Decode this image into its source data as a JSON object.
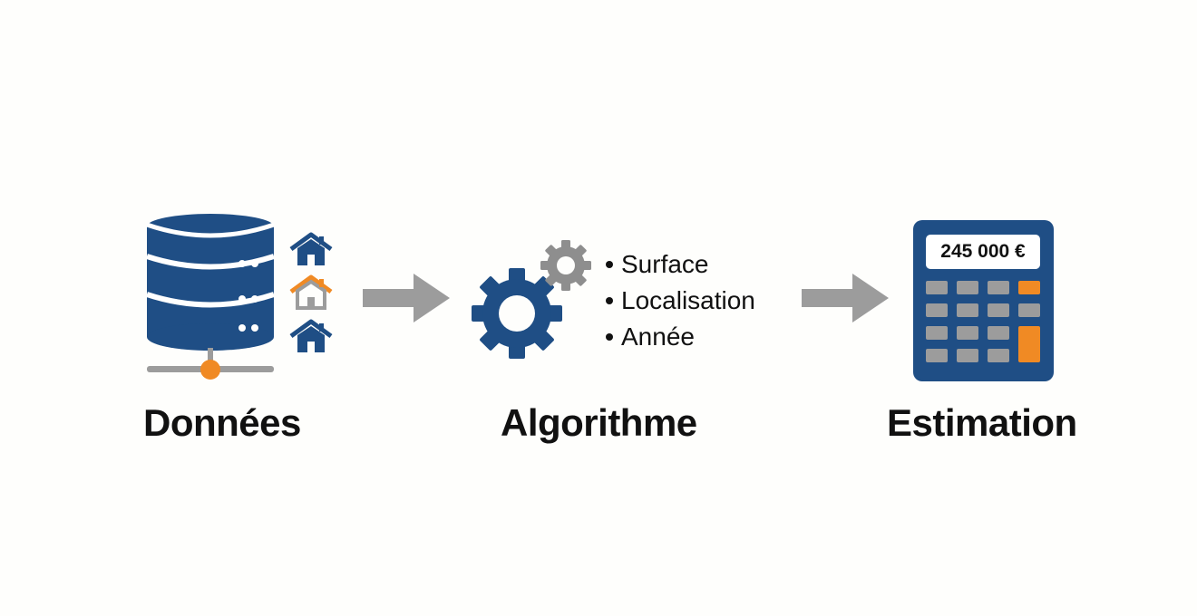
{
  "steps": [
    {
      "label": "Données",
      "icon": "database-icon"
    },
    {
      "label": "Algorithme",
      "icon": "gears-icon"
    },
    {
      "label": "Estimation",
      "icon": "calculator-icon"
    }
  ],
  "features": [
    "Surface",
    "Localisation",
    "Année"
  ],
  "calculator": {
    "display": "245 000 €"
  },
  "colors": {
    "primary_blue": "#1f4e85",
    "accent_orange": "#f08a24",
    "arrow_gray": "#9c9c9c",
    "gear_gray": "#8e8e8e",
    "text": "#111111"
  }
}
